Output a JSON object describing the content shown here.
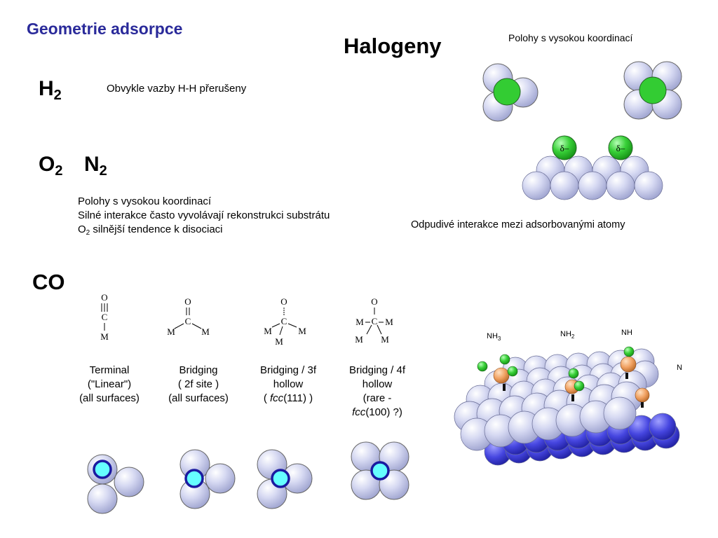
{
  "title": "Geometrie adsorpce",
  "h2": {
    "symbol": "H",
    "subscript": "2",
    "note": "Obvykle vazby H-H přerušeny"
  },
  "o2n2": {
    "o_symbol": "O",
    "o_sub": "2",
    "n_symbol": "N",
    "n_sub": "2",
    "line1": "Polohy s vysokou koordinací",
    "line2": "Silné  interakce často vyvolávají rekonstrukci substrátu",
    "line3_symbol": "O",
    "line3_sub": "2",
    "line3_rest": " silnější tendence k disociaci"
  },
  "halogeny": {
    "title": "Halogeny",
    "subtitle": "Polohy s vysokou koordinací",
    "delta_label": "δ–",
    "caption": "Odpudivé interakce mezi adsorbovanými atomy"
  },
  "co": {
    "title": "CO",
    "structures": [
      {
        "atoms": {
          "o": "O",
          "c": "C",
          "m": "M"
        },
        "caption": {
          "l1": "Terminal",
          "l2": "(\"Linear\")",
          "l3": "(all surfaces)"
        }
      },
      {
        "atoms": {
          "o": "O",
          "c": "C",
          "m": "M"
        },
        "caption": {
          "l1": "Bridging",
          "l2": "( 2f site )",
          "l3": "(all surfaces)"
        }
      },
      {
        "atoms": {
          "o": "O",
          "c": "C",
          "m": "M"
        },
        "caption": {
          "l1": "Bridging / 3f",
          "l2": "hollow",
          "l3_pre": "( ",
          "l3_italic": "fcc",
          "l3_post": "(111) )"
        }
      },
      {
        "atoms": {
          "o": "O",
          "c": "C",
          "m": "M"
        },
        "caption": {
          "l1": "Bridging / 4f",
          "l2": "hollow",
          "l3": "(rare -",
          "l4_italic": "fcc",
          "l4_post": "(100) ?)"
        }
      }
    ]
  },
  "nh_labels": {
    "nh3_main": "NH",
    "nh3_sub": "3",
    "nh2_main": "NH",
    "nh2_sub": "2",
    "nh": "NH",
    "n": "N"
  },
  "colors": {
    "title": "#2a2a9a",
    "metal_atom": "#c4c8e8",
    "halogen_atom": "#33cc33",
    "co_site": "#66ffff",
    "co_ring": "#1a1aa0",
    "surface_deep": "#3a3ad8",
    "nitrogen": "#f0a060"
  }
}
